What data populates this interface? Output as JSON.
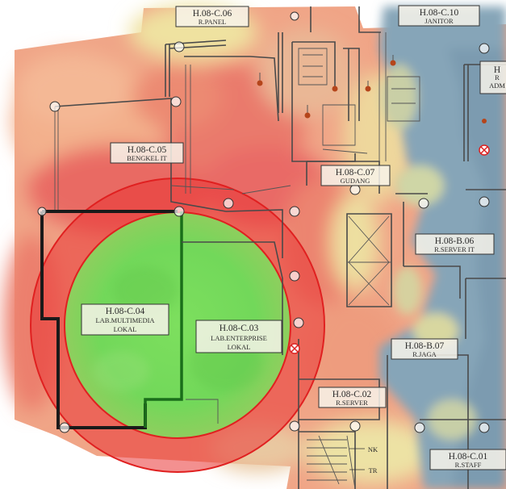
{
  "rooms": {
    "c06": {
      "code": "H.08-C.06",
      "name": "R.PANEL"
    },
    "c10": {
      "code": "H.08-C.10",
      "name": "JANITOR"
    },
    "adm": {
      "code": "H",
      "name": "R",
      "extra": "ADM"
    },
    "c05": {
      "code": "H.08-C.05",
      "name": "BENGKEL IT"
    },
    "c07": {
      "code": "H.08-C.07",
      "name": "GUDANG"
    },
    "b06": {
      "code": "H.08-B.06",
      "name": "R.SERVER IT"
    },
    "c04": {
      "code": "H.08-C.04",
      "name": "LAB.MULTIMEDIA",
      "extra": "LOKAL"
    },
    "c03": {
      "code": "H.08-C.03",
      "name": "LAB.ENTERPRISE",
      "extra": "LOKAL"
    },
    "b07": {
      "code": "H.08-B.07",
      "name": "R.JAGA"
    },
    "c02": {
      "code": "H.08-C.02",
      "name": "R.SERVER"
    },
    "c01": {
      "code": "H.08-C.01",
      "name": "R.STAFF"
    }
  },
  "stair_labels": {
    "nk": "NK",
    "tr": "TR"
  },
  "colors": {
    "heat_strong": "#e85a5a",
    "heat_mid": "#ee9a7a",
    "heat_weak": "#e8e29a",
    "heat_none": "#7f9fb5",
    "coverage_fill": "#6fdc5a",
    "coverage_ring": "#ee2a2a"
  }
}
